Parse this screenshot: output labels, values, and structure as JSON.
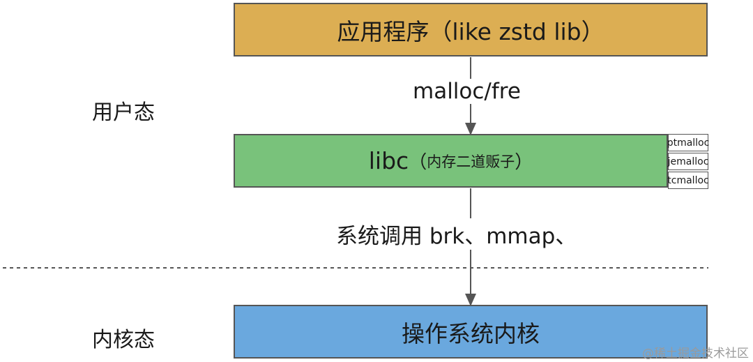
{
  "regions": {
    "user_space": "用户态",
    "kernel_space": "内核态"
  },
  "layers": {
    "application": "应用程序（like zstd lib）",
    "libc": {
      "name": "libc",
      "open_paren": "（",
      "note": "内存二道贩子",
      "close_paren": "）"
    },
    "kernel": "操作系统内核"
  },
  "allocators": [
    "ptmalloc",
    "jemalloc",
    "tcmalloc"
  ],
  "edges": {
    "app_to_libc": "malloc/fre",
    "libc_to_kernel": "系统调用 brk、mmap、"
  },
  "watermark": "@稀土掘金技术社区"
}
